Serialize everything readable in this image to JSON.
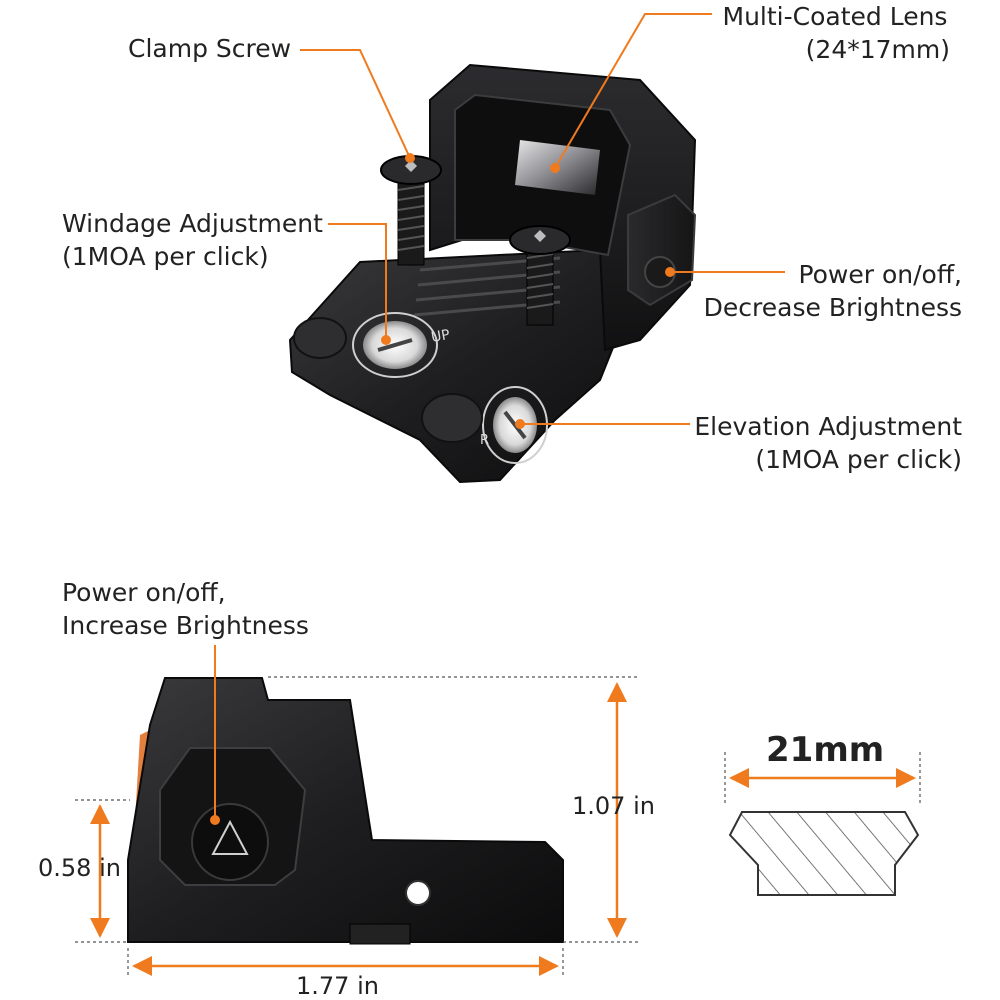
{
  "callouts": {
    "clamp_screw": "Clamp Screw",
    "lens_line1": "Multi-Coated Lens",
    "lens_line2": "(24*17mm)",
    "windage_line1": "Windage Adjustment",
    "windage_line2": "(1MOA per click)",
    "power_decrease_line1": "Power on/off,",
    "power_decrease_line2": "Decrease Brightness",
    "elevation_line1": "Elevation Adjustment",
    "elevation_line2": "(1MOA per click)",
    "power_increase_line1": "Power on/off,",
    "power_increase_line2": "Increase Brightness"
  },
  "dial_marks": {
    "up": "UP",
    "r": "R"
  },
  "dimensions": {
    "height": "1.07 in",
    "button_height": "0.58 in",
    "length": "1.77 in",
    "rail_width": "21mm"
  },
  "colors": {
    "accent": "#f07a1e",
    "body": "#1c1c1e",
    "text": "#222222"
  }
}
